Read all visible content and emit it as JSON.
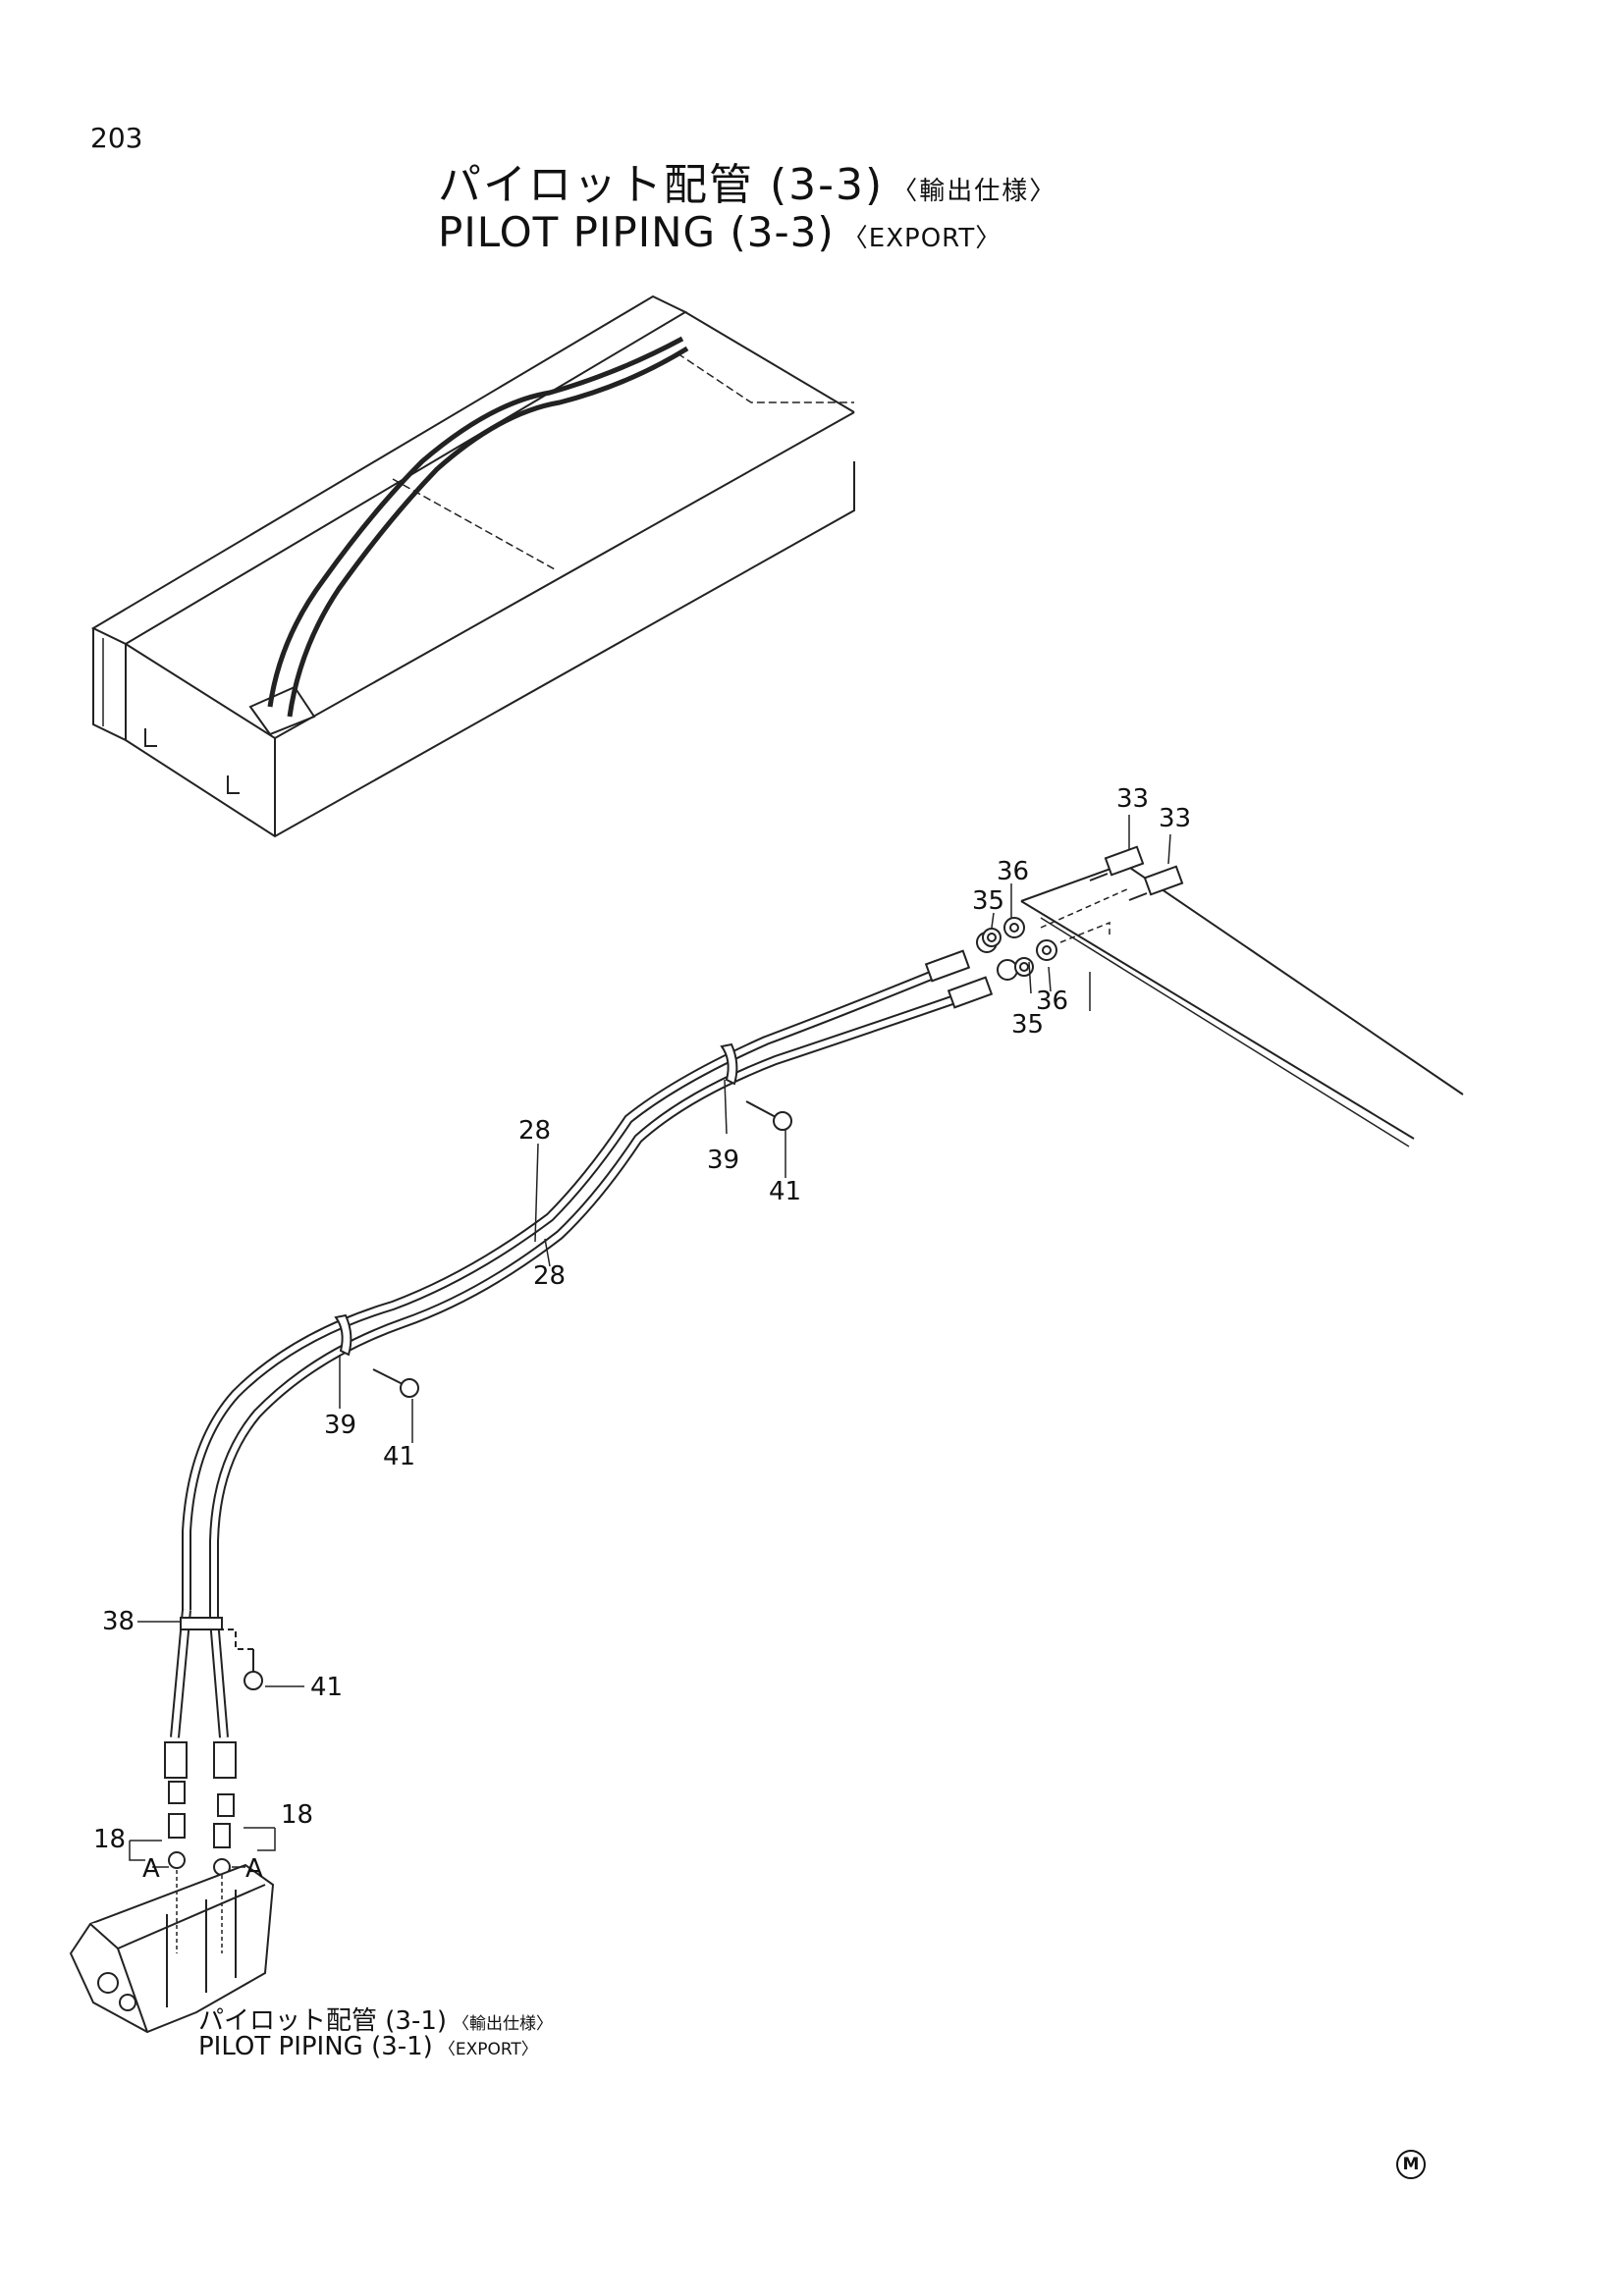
{
  "page_number": "203",
  "title": {
    "jp": "パイロット配管 (3-3)",
    "jp_tag": "〈輸出仕様〉",
    "en": "PILOT PIPING (3-3)",
    "en_tag": "〈EXPORT〉"
  },
  "callouts": {
    "c33a": "33",
    "c33b": "33",
    "c36a": "36",
    "c36b": "36",
    "c35a": "35",
    "c35b": "35",
    "c28a": "28",
    "c28b": "28",
    "c39a": "39",
    "c39b": "39",
    "c41a": "41",
    "c41b": "41",
    "c41c": "41",
    "c38": "38",
    "c18a": "18",
    "c18b": "18",
    "ca1": "A",
    "ca2": "A"
  },
  "reference_note": {
    "jp": "パイロット配管 (3-1)",
    "jp_tag": "〈輸出仕様〉",
    "en": "PILOT PIPING (3-1)",
    "en_tag": "〈EXPORT〉"
  },
  "mark": "M"
}
